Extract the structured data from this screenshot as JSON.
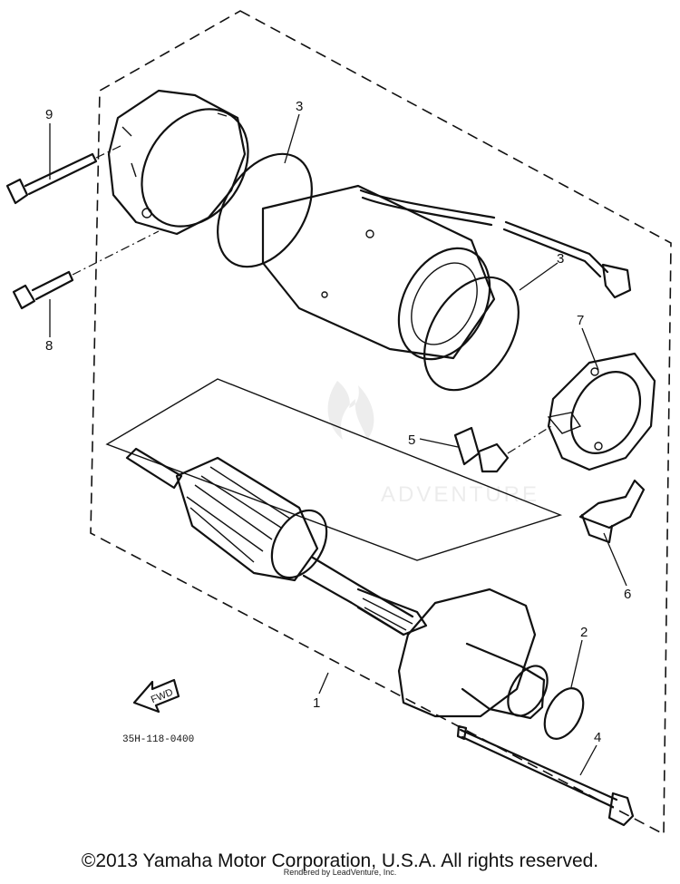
{
  "diagram": {
    "callouts": [
      "9",
      "3",
      "3",
      "7",
      "5",
      "8",
      "6",
      "2",
      "4",
      "1"
    ],
    "fwd_label": "FWD",
    "drawing_code": "35H-118-0400",
    "watermark": "ADVENTURE"
  },
  "footer": {
    "copyright": "©2013 Yamaha Motor Corporation, U.S.A. All rights reserved.",
    "rendered_by": "Rendered by LeadVenture, Inc."
  }
}
